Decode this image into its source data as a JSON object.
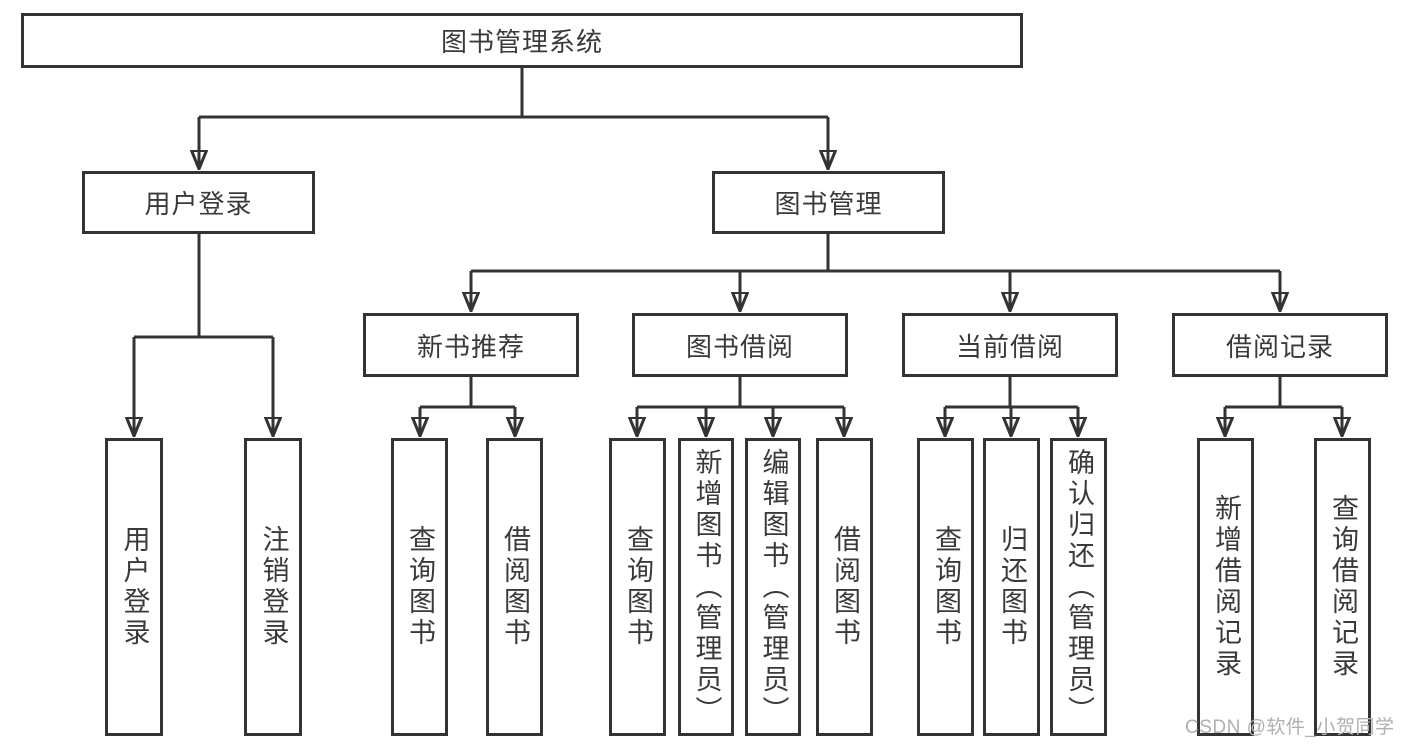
{
  "tree": {
    "root": "图书管理系统",
    "branches": [
      {
        "label": "用户登录",
        "children": [
          "用户登录",
          "注销登录"
        ]
      },
      {
        "label": "图书管理",
        "sections": [
          {
            "label": "新书推荐",
            "children": [
              "查询图书",
              "借阅图书"
            ]
          },
          {
            "label": "图书借阅",
            "children": [
              "查询图书",
              "新增图书（管理员）",
              "编辑图书（管理员）",
              "借阅图书"
            ]
          },
          {
            "label": "当前借阅",
            "children": [
              "查询图书",
              "归还图书",
              "确认归还（管理员）"
            ]
          },
          {
            "label": "借阅记录",
            "children": [
              "新增借阅记录",
              "查询借阅记录"
            ]
          }
        ]
      }
    ]
  },
  "watermark": "CSDN @软件_小贺同学",
  "colors": {
    "line": "#333333",
    "text": "#3a3a3a",
    "watermark": "#b0b0b0",
    "background": "#ffffff"
  }
}
